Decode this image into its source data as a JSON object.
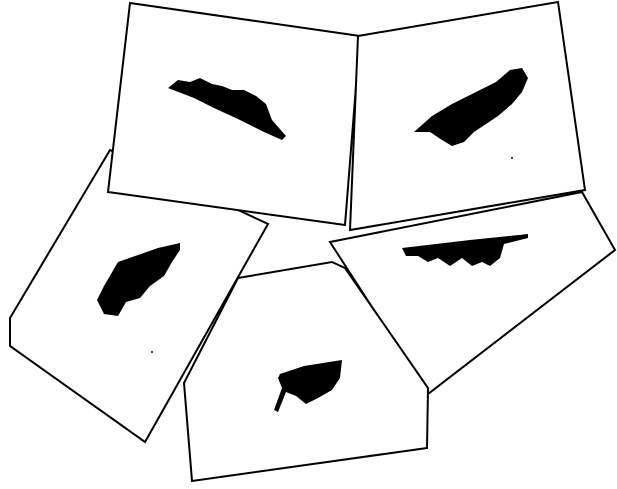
{
  "figure": {
    "background": "#ffffff",
    "stroke_color": "#000000",
    "fill_color": "#000000",
    "cards": [
      {
        "name": "card-top-left",
        "shape": "scalloped-leaf-silhouette"
      },
      {
        "name": "card-top-right",
        "shape": "scalloped-leaf-silhouette"
      },
      {
        "name": "card-middle-left",
        "shape": "scalloped-leaf-silhouette"
      },
      {
        "name": "card-middle-right",
        "shape": "scalloped-leaf-silhouette"
      },
      {
        "name": "card-bottom-center",
        "shape": "leaf-with-stem-silhouette"
      }
    ]
  }
}
